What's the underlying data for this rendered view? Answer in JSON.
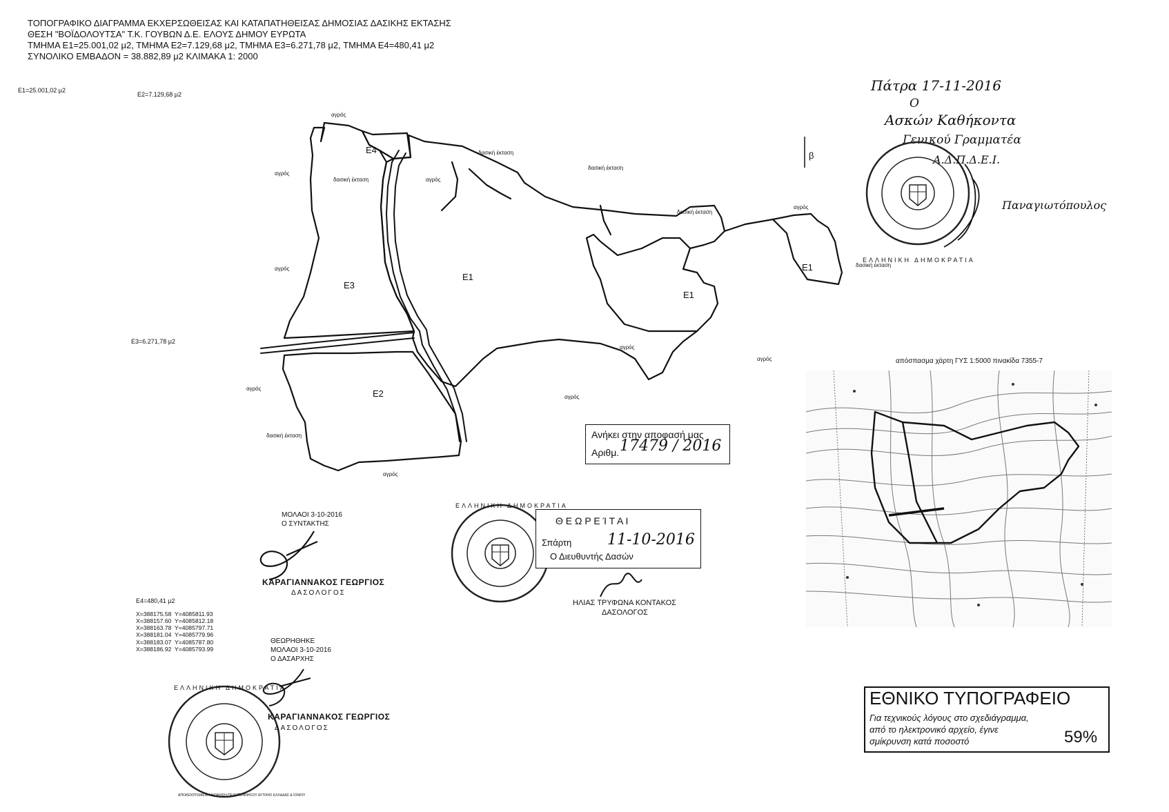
{
  "header": {
    "line1": "ΤΟΠΟΓΡΑΦΙΚΟ ΔΙΑΓΡΑΜΜΑ ΕΚΧΕΡΣΩΘΕΙΣΑΣ ΚΑΙ ΚΑΤΑΠΑΤΗΘΕΙΣΑΣ ΔΗΜΟΣΙΑΣ ΔΑΣΙΚΗΣ ΕΚΤΑΣΗΣ",
    "line2": "ΘΕΣΗ \"ΒΟΪΔΟΛΟΥΤΣΑ\" Τ.Κ. ΓΟΥΒΩΝ Δ.Ε. ΕΛΟΥΣ ΔΗΜΟΥ ΕΥΡΩΤΑ",
    "line3": "ΤΜΗΜΑ Ε1=25.001,02 μ2, ΤΜΗΜΑ Ε2=7.129,68 μ2, ΤΜΗΜΑ Ε3=6.271,78 μ2, ΤΜΗΜΑ Ε4=480,41 μ2",
    "line4": "ΣΥΝΟΛΙΚΟ ΕΜΒΑΔΟΝ = 38.882,89 μ2   ΚΛΙΜΑΚΑ 1: 2000"
  },
  "coords": {
    "e1": {
      "title": "E1=25.001,02 μ2",
      "rows": []
    },
    "e2": {
      "title": "E2=7.129,68 μ2",
      "rows": []
    },
    "e3": {
      "title": "E3=6.271,78 μ2",
      "rows": []
    },
    "e4": {
      "title": "E4=480,41 μ2",
      "rows": [
        "X=388175.58  Y=4085811.93",
        "X=388157.60  Y=4085812.18",
        "X=388163.78  Y=4085797.71",
        "X=388181.04  Y=4085779.96",
        "X=388183.07  Y=4085787.80",
        "X=388186.92  Y=4085793.99"
      ]
    }
  },
  "map": {
    "zones": {
      "e1a": "E1",
      "e1b": "E1",
      "e1c": "E1",
      "e2": "E2",
      "e3": "E3",
      "e4": "E4"
    },
    "land": {
      "agros": "αγρός",
      "dasiki": "δασική έκταση"
    },
    "north": "β"
  },
  "handwritten": {
    "date": "Πάτρα 17-11-2016",
    "o": "Ο",
    "duty": "Ασκών Καθήκοντα",
    "role": "Γενικού Γραμματέα",
    "role2": "Α.Δ.Π.Δ.Ε.Ι.",
    "name": "Παναγιωτόπουλος"
  },
  "minimap": {
    "caption": "απόσπασμα χάρτη ΓΥΣ 1:5000  πινακίδα 7355-7"
  },
  "decision": {
    "line1": "Ανήκει στην αποφασή μας",
    "label": "Αριθμ.",
    "number": "17479 / 2016"
  },
  "composer": {
    "place_date": "ΜΟΛΑΟΙ 3-10-2016",
    "role": "Ο ΣΥΝΤΑΚΤΗΣ",
    "name": "ΚΑΡΑΓΙΑΝΝΑΚΟΣ ΓΕΩΡΓΙΟΣ",
    "title": "ΔΑΣΟΛΟΓΟΣ"
  },
  "approved": {
    "header": "ΘΕΩΡΗΘΗΚΕ",
    "place_date": "ΜΟΛΑΟΙ 3-10-2016",
    "role": "Ο ΔΑΣΑΡΧΗΣ",
    "name": "ΚΑΡΑΓΙΑΝΝΑΚΟΣ ΓΕΩΡΓΙΟΣ",
    "title": "ΔΑΣΟΛΟΓΟΣ"
  },
  "sparti": {
    "header": "Θ Ε Ω Ρ Ε Ί Τ Α Ι",
    "place": "Σπάρτη",
    "date": "11-10-2016",
    "role": "Ο Διευθυντής Δασών",
    "name": "ΗΛΙΑΣ ΤΡΥΦΩΝΑ ΚΟΝΤΑΚΟΣ",
    "title": "ΔΑΣΟΛΟΓΟΣ"
  },
  "seals": {
    "top_outer": "ΕΛΛΗΝΙΚΗ ΔΗΜΟΚΡΑΤΙΑ",
    "middle_outer": "ΕΛΛΗΝΙΚΗ ΔΗΜΟΚΡΑΤΙΑ",
    "bottom_outer": "ΕΛΛΗΝΙΚΗ ΔΗΜΟΚΡΑΤΙΑ",
    "bottom_inner": "ΑΠΟΚΕΝΤΡΩΜΕΝΗ ΔΙΟΙΚΗΣΗ ΠΕΛΟΠΟΝΝΗΣΟΥ ΔΥΤΙΚΗΣ ΕΛΛΑΔΑΣ & ΙΟΝΙΟΥ"
  },
  "et": {
    "title": "ΕΘΝΙΚΟ ΤΥΠΟΓΡΑΦΕΙΟ",
    "line1": "Για τεχνικούς λόγους στο σχεδιάγραμμα,",
    "line2": "από το ηλεκτρονικό αρχείο, έγινε",
    "line3": "σμίκρυνση κατά ποσοστό",
    "percent": "59%"
  }
}
